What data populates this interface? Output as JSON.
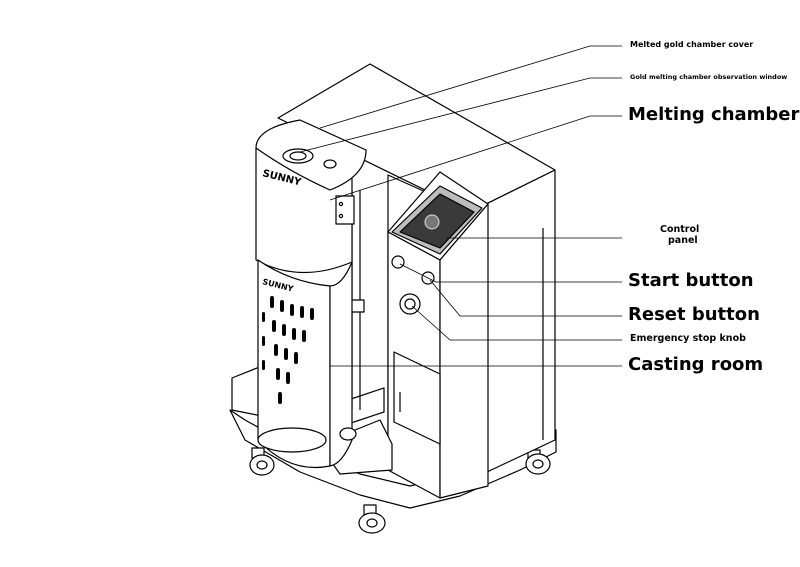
{
  "labels": {
    "cover": "Melted gold chamber cover",
    "window": "Gold melting chamber observation window",
    "chamber": "Melting chamber",
    "panel_line1": "Control",
    "panel_line2": "panel",
    "start": "Start button",
    "reset": "Reset button",
    "estop": "Emergency stop knob",
    "casting": "Casting room"
  },
  "machine": {
    "brand_top": "SUNNY",
    "brand_side": "SUNNY"
  },
  "colors": {
    "ink": "#000000",
    "paper": "#ffffff",
    "panel_screen": "#3a3a3a",
    "line_gray": "#666666"
  }
}
